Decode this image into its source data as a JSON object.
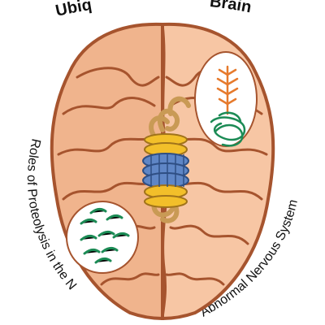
{
  "title_visible_parts": [
    "Ubiq",
    "Brain"
  ],
  "subtitle_visible_parts": [
    "Roles of Proteolysis in the N",
    "Abnormal Nervous System"
  ],
  "colors": {
    "background": "#ffffff",
    "brain_left": "#f0b48d",
    "brain_right": "#f7c6a4",
    "outline": "#a6542e",
    "proteasome_blue": "#5f86c6",
    "proteasome_gold": "#f2bf2a",
    "chain_tan": "#c99a55",
    "accent_orange": "#e67a2c",
    "accent_green": "#1c8b55"
  },
  "icons": [
    "proteasome-icon",
    "ubiquitin-chain-icon",
    "protein-aggregates-icon",
    "tau-tangle-icon",
    "branch-icon"
  ]
}
